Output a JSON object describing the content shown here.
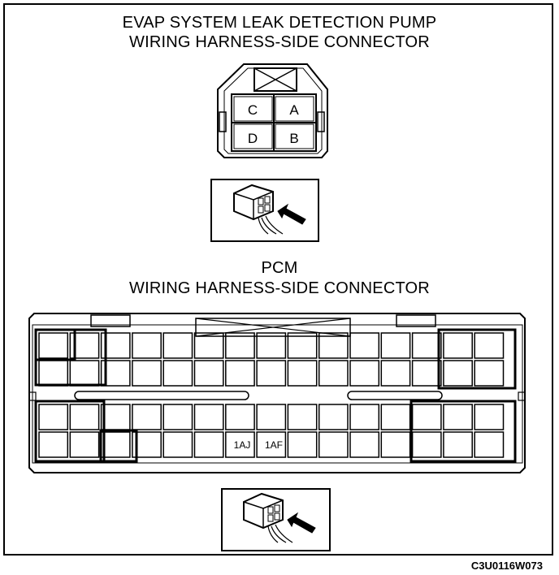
{
  "evap_connector": {
    "title_line1": "EVAP SYSTEM LEAK DETECTION PUMP",
    "title_line2": "WIRING HARNESS-SIDE CONNECTOR",
    "terminals": [
      "C",
      "A",
      "D",
      "B"
    ]
  },
  "pcm_connector": {
    "title_line1": "PCM",
    "title_line2": "WIRING HARNESS-SIDE CONNECTOR",
    "terminal_labels": [
      "1AJ",
      "1AF"
    ]
  },
  "figure_code": "C3U0116W073"
}
